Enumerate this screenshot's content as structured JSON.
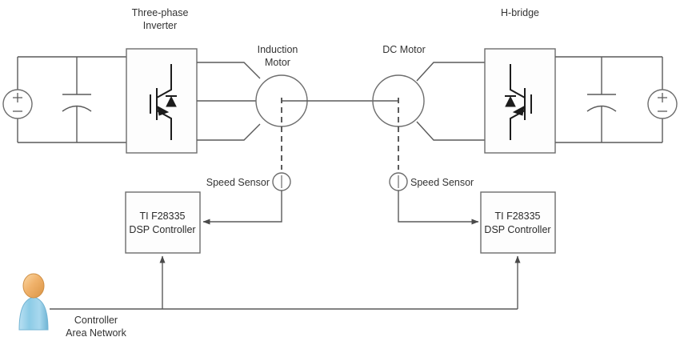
{
  "diagram": {
    "title": "Dual-motor drive system with CAN-networked DSP controllers",
    "colors": {
      "wire": "#5a5a5a",
      "symbol": "#1c1c1c",
      "box_stroke": "#6d6d6d",
      "box_fill": "#fdfdfd",
      "text": "#333333",
      "person_head": "#f0b26b",
      "person_body": "#9fd3ea",
      "background": "#ffffff"
    },
    "labels": {
      "three_phase_inverter_line1": "Three-phase",
      "three_phase_inverter_line2": "Inverter",
      "h_bridge": "H-bridge",
      "induction_motor_line1": "Induction",
      "induction_motor_line2": "Motor",
      "dc_motor": "DC Motor",
      "speed_sensor_left": "Speed Sensor",
      "speed_sensor_right": "Speed Sensor",
      "dsp_left_line1": "TI F28335",
      "dsp_left_line2": "DSP Controller",
      "dsp_right_line1": "TI F28335",
      "dsp_right_line2": "DSP Controller",
      "can_line1": "Controller",
      "can_line2": "Area Network"
    },
    "blocks": [
      {
        "name": "three-phase-inverter",
        "label": "Three-phase Inverter",
        "symbol": "igbt-with-antiparallel-diode",
        "orientation": "normal"
      },
      {
        "name": "h-bridge",
        "label": "H-bridge",
        "symbol": "igbt-with-antiparallel-diode",
        "orientation": "mirrored"
      },
      {
        "name": "induction-motor",
        "label": "Induction Motor",
        "symbol": "circle",
        "phases": 3
      },
      {
        "name": "dc-motor",
        "label": "DC Motor",
        "symbol": "circle",
        "phases": 2
      },
      {
        "name": "dsp-controller-left",
        "label": "TI F28335 DSP Controller",
        "symbol": "rectangle"
      },
      {
        "name": "dsp-controller-right",
        "label": "TI F28335 DSP Controller",
        "symbol": "rectangle"
      },
      {
        "name": "speed-sensor-left",
        "label": "Speed Sensor",
        "symbol": "circle-with-vertical-bar"
      },
      {
        "name": "speed-sensor-right",
        "label": "Speed Sensor",
        "symbol": "circle-with-vertical-bar"
      },
      {
        "name": "dc-source-left",
        "label": "DC voltage source",
        "symbol": "circle-plus-minus"
      },
      {
        "name": "dc-source-right",
        "label": "DC voltage source",
        "symbol": "circle-plus-minus"
      },
      {
        "name": "dc-link-capacitor-left",
        "label": "DC link capacitor",
        "symbol": "polarized-capacitor"
      },
      {
        "name": "dc-link-capacitor-right",
        "label": "DC link capacitor",
        "symbol": "polarized-capacitor"
      },
      {
        "name": "operator",
        "label": "Operator",
        "symbol": "person-avatar"
      }
    ],
    "source_signs": {
      "plus": "+",
      "minus": "–"
    }
  }
}
